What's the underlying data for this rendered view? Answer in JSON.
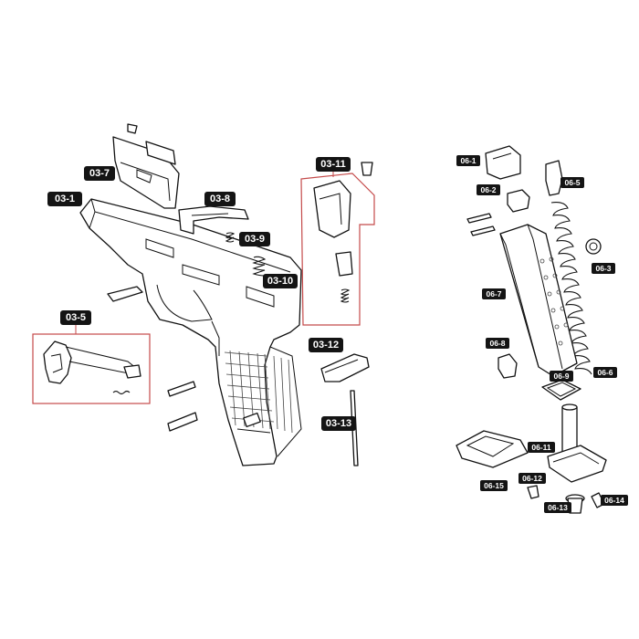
{
  "labels": {
    "p0301": "03-1",
    "p0305": "03-5",
    "p0307": "03-7",
    "p0308": "03-8",
    "p0309": "03-9",
    "p0310": "03-10",
    "p0311": "03-11",
    "p0312": "03-12",
    "p0313": "03-13",
    "p0601": "06-1",
    "p0602": "06-2",
    "p0603": "06-3",
    "p0605": "06-5",
    "p0606": "06-6",
    "p0607": "06-7",
    "p0608": "06-8",
    "p0609": "06-9",
    "p0611": "06-11",
    "p0612": "06-12",
    "p0613": "06-13",
    "p0614": "06-14",
    "p0615": "06-15"
  },
  "colors": {
    "tag_background": "#141414",
    "tag_text": "#ffffff",
    "group_frame": "#c44a4a",
    "line_art": "#111111"
  }
}
